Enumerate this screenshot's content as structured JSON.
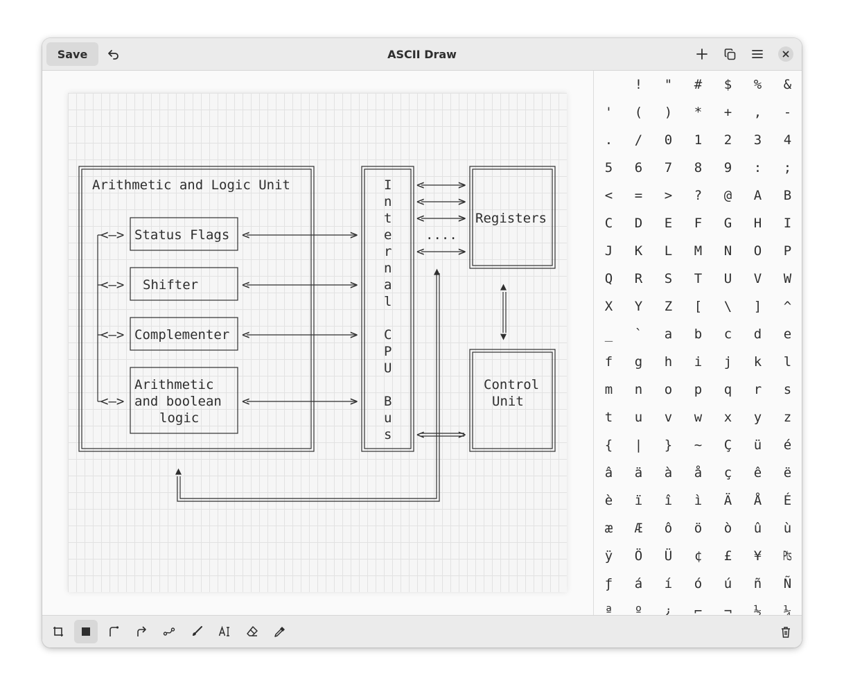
{
  "window": {
    "title": "ASCII Draw"
  },
  "header": {
    "save_label": "Save",
    "undo_icon": "undo-icon",
    "new_icon": "plus-icon",
    "copy_icon": "copy-icon",
    "menu_icon": "hamburger-menu-icon",
    "close_icon": "close-icon"
  },
  "diagram": {
    "alu_title": "Arithmetic and Logic Unit",
    "status_flags": "Status Flags",
    "shifter": "Shifter",
    "complementer": "Complementer",
    "arith_line1": "Arithmetic",
    "arith_line2": "and boolean",
    "arith_line3": "logic",
    "bus_label": [
      "I",
      "n",
      "t",
      "e",
      "r",
      "n",
      "a",
      "l",
      "",
      "C",
      "P",
      "U",
      "",
      "B",
      "u",
      "s"
    ],
    "registers": "Registers",
    "control_line1": "Control",
    "control_line2": "Unit",
    "dots": "....",
    "small_arrow": "<—>",
    "reg_arrow": "<———>",
    "arrow_head_left": "<",
    "arrow_head_right": ">",
    "arrow_up": "▲",
    "arrow_down": "▼"
  },
  "charpanel": {
    "chars": [
      "",
      "!",
      "\"",
      "#",
      "$",
      "%",
      "&",
      "'",
      "(",
      ")",
      "*",
      "+",
      ",",
      "-",
      ".",
      "/",
      "0",
      "1",
      "2",
      "3",
      "4",
      "5",
      "6",
      "7",
      "8",
      "9",
      ":",
      ";",
      "<",
      "=",
      ">",
      "?",
      "@",
      "A",
      "B",
      "C",
      "D",
      "E",
      "F",
      "G",
      "H",
      "I",
      "J",
      "K",
      "L",
      "M",
      "N",
      "O",
      "P",
      "Q",
      "R",
      "S",
      "T",
      "U",
      "V",
      "W",
      "X",
      "Y",
      "Z",
      "[",
      "\\",
      "]",
      "^",
      "_",
      "`",
      "a",
      "b",
      "c",
      "d",
      "e",
      "f",
      "g",
      "h",
      "i",
      "j",
      "k",
      "l",
      "m",
      "n",
      "o",
      "p",
      "q",
      "r",
      "s",
      "t",
      "u",
      "v",
      "w",
      "x",
      "y",
      "z",
      "{",
      "|",
      "}",
      "~",
      "Ç",
      "ü",
      "é",
      "â",
      "ä",
      "à",
      "å",
      "ç",
      "ê",
      "ë",
      "è",
      "ï",
      "î",
      "ì",
      "Ä",
      "Å",
      "É",
      "æ",
      "Æ",
      "ô",
      "ö",
      "ò",
      "û",
      "ù",
      "ÿ",
      "Ö",
      "Ü",
      "¢",
      "£",
      "¥",
      "₧",
      "ƒ",
      "á",
      "í",
      "ó",
      "ú",
      "ñ",
      "Ñ",
      "ª",
      "º",
      "¿",
      "⌐",
      "¬",
      "½",
      "¼"
    ]
  },
  "tools": [
    {
      "name": "rectangle-tool",
      "icon": "rectangle-icon"
    },
    {
      "name": "filled-rectangle-tool",
      "icon": "filled-rectangle-icon",
      "active": true
    },
    {
      "name": "line-tool",
      "icon": "corner-line-icon"
    },
    {
      "name": "arrow-tool",
      "icon": "arrow-icon"
    },
    {
      "name": "free-line-tool",
      "icon": "free-line-icon"
    },
    {
      "name": "freehand-brush-tool",
      "icon": "brush-icon"
    },
    {
      "name": "text-tool",
      "icon": "text-cursor-icon"
    },
    {
      "name": "eraser-tool",
      "icon": "eraser-icon"
    },
    {
      "name": "picker-tool",
      "icon": "eyedropper-icon"
    }
  ],
  "trash_icon": "trash-icon"
}
